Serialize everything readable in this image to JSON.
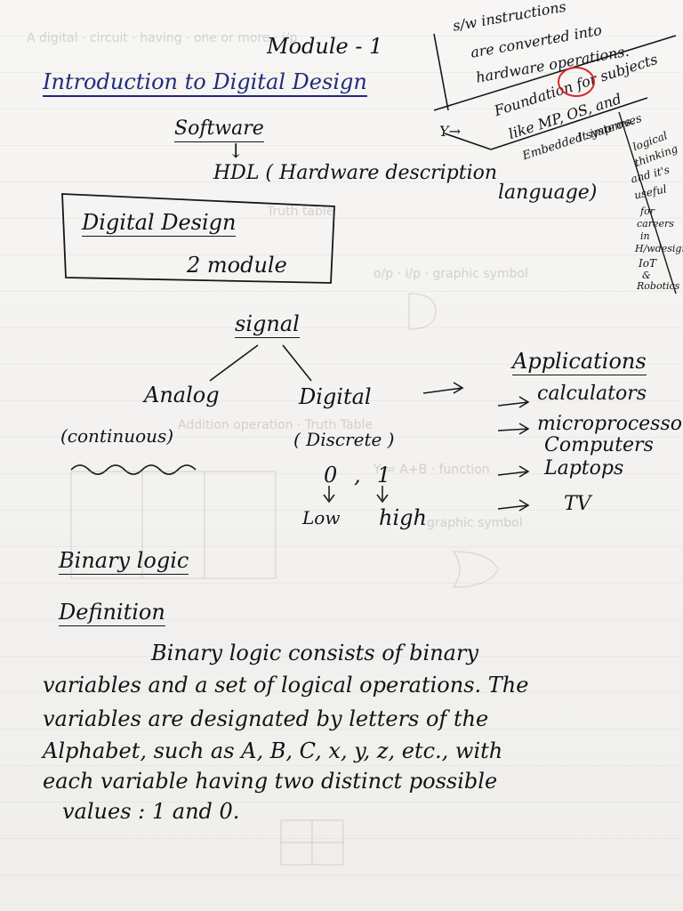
{
  "header": {
    "module": "Module - 1",
    "title": "Introduction to Digital Design"
  },
  "side_note": {
    "lines": [
      "s/w instructions",
      "are converted into",
      "hardware operations."
    ],
    "y_mark": "Y→",
    "foundation": [
      "Foundation for subjects",
      "like MP, OS, and",
      "Embedded systems."
    ],
    "it_improves": [
      "It improves",
      "logical",
      "thinking",
      "and it's",
      "useful",
      "for",
      "careers",
      "in",
      "H/wdesign",
      "IoT",
      "&",
      "Robotics"
    ]
  },
  "flow": {
    "software": "Software",
    "arrow": "↓",
    "hdl_line1": "HDL  ( Hardware description",
    "hdl_line2": "language)"
  },
  "box": {
    "title": "Digital Design",
    "sub": "2   module"
  },
  "signal": {
    "root": "signal",
    "analog": "Analog",
    "analog_sub": "(continuous)",
    "digital": "Digital",
    "digital_sub": "( Discrete )",
    "zero": "0",
    "comma": ",",
    "one": "1",
    "low": "Low",
    "high": "high"
  },
  "applications": {
    "heading": "Applications",
    "items": [
      "calculators",
      "microprocessor",
      "Computers",
      "Laptops",
      "TV"
    ]
  },
  "binary": {
    "heading": "Binary   logic",
    "def_heading": "Definition",
    "lines": [
      "Binary   logic   consists   of   binary",
      "variables  and  a  set  of  logical  operations. The",
      "variables  are  designated  by  letters  of  the",
      "Alphabet,  such  as  A, B, C, x, y, z, etc., with",
      "each  variable  having  two  distinct  possible",
      "values :  1 and 0."
    ]
  }
}
